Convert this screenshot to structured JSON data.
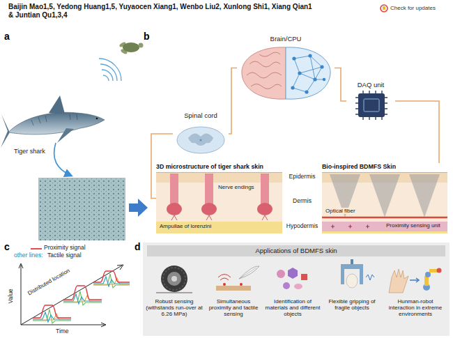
{
  "diagram": {
    "nodes": [
      {
        "text": [
          "Spinal cord"
        ]
      },
      {
        "text": [
          "Brain/CPU"
        ]
      },
      {
        "text": [
          "DAQ unit"
        ]
      },
      {
        "text": [
          "3D microstructure of tiger shark skin"
        ]
      },
      {
        "text": [
          "Bio-inspired BDMFS Skin"
        ]
      },
      {
        "text": [
          "Applications of BDMFS skin"
        ]
      }
    ],
    "edges": [
      {
        "from": 3,
        "to": 0,
        "arrow": "none"
      },
      {
        "from": 0,
        "to": 1,
        "arrow": "none"
      },
      {
        "from": 1,
        "to": 2,
        "arrow": "none"
      },
      {
        "from": 2,
        "to": 4,
        "arrow": "none"
      }
    ],
    "labels": [
      "Baijin Mao1,5, Yedong Huang1,5, Yuyaocen Xiang1, Wenbo Liu2, Xunlong Shi1, Xiang Qian1 & Juntian Qu1,3,4",
      "Check for updates",
      "a",
      "b",
      "c",
      "d",
      "Tiger shark",
      "Epidermis",
      "Dermis",
      "Hypodermis",
      "Nerve endings",
      "Ampullae of lorenzini",
      "Optical fiber",
      "Proximity sensing unit",
      "other lines:",
      "Value",
      "Time",
      "Distributed location",
      "Robust sensing (withstands run-over at 6.26 MPa)",
      "Simultaneous proximity and tactile sensing",
      "Identification of materials and different objects",
      "Flexible gripping of fragile objects",
      "Hunman-robot interaction in extreme environments"
    ],
    "legend": [
      {
        "text": "Proximity signal"
      },
      {
        "text": "Tactile signal"
      }
    ]
  }
}
